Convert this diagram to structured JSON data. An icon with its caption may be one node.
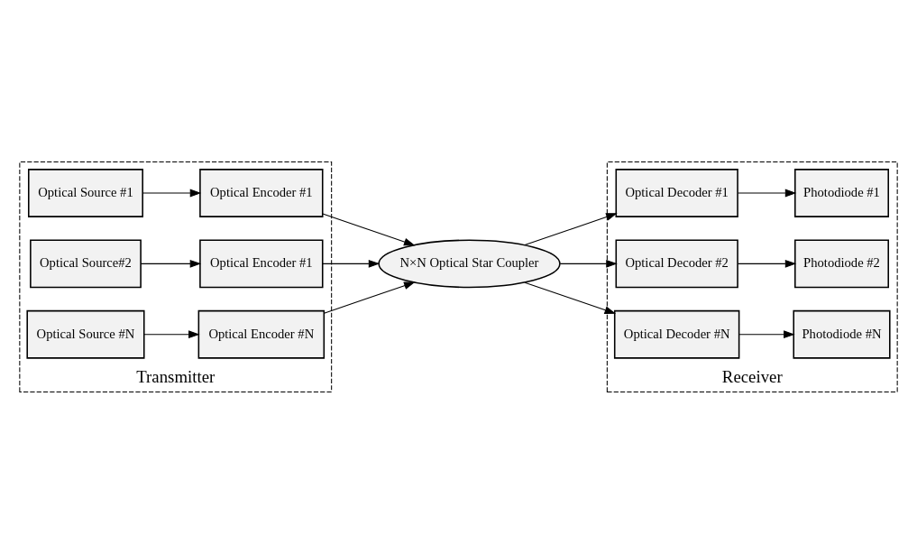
{
  "diagram": {
    "nodes": [
      {
        "text": [
          "Transmitter"
        ]
      },
      {
        "text": [
          "Optical Source #1"
        ],
        "in": 0
      },
      {
        "text": [
          "Optical Encoder #1"
        ],
        "in": 0
      },
      {
        "text": [
          "Optical Source#2"
        ],
        "in": 0
      },
      {
        "text": [
          "Optical Encoder #1"
        ],
        "in": 0
      },
      {
        "text": [
          "Optical Source #N"
        ],
        "in": 0
      },
      {
        "text": [
          "Optical Encoder #N"
        ],
        "in": 0
      },
      {
        "text": [
          "N×N Optical Star Coupler"
        ]
      },
      {
        "text": [
          "Receiver"
        ]
      },
      {
        "text": [
          "Optical Decoder #1"
        ],
        "in": 8
      },
      {
        "text": [
          "Photodiode #1"
        ],
        "in": 8
      },
      {
        "text": [
          "Optical Decoder #2"
        ],
        "in": 8
      },
      {
        "text": [
          "Photodiode #2"
        ],
        "in": 8
      },
      {
        "text": [
          "Optical Decoder #N"
        ],
        "in": 8
      },
      {
        "text": [
          "Photodiode #N"
        ],
        "in": 8
      }
    ],
    "edges": [
      {
        "from": 1,
        "to": 2,
        "arrow": "to"
      },
      {
        "from": 3,
        "to": 4,
        "arrow": "to"
      },
      {
        "from": 5,
        "to": 6,
        "arrow": "to"
      },
      {
        "from": 2,
        "to": 7,
        "arrow": "to"
      },
      {
        "from": 4,
        "to": 7,
        "arrow": "to"
      },
      {
        "from": 6,
        "to": 7,
        "arrow": "to"
      },
      {
        "from": 7,
        "to": 9,
        "arrow": "to"
      },
      {
        "from": 7,
        "to": 11,
        "arrow": "to"
      },
      {
        "from": 7,
        "to": 13,
        "arrow": "to"
      },
      {
        "from": 9,
        "to": 10,
        "arrow": "to"
      },
      {
        "from": 11,
        "to": 12,
        "arrow": "to"
      },
      {
        "from": 13,
        "to": 14,
        "arrow": "to"
      }
    ]
  }
}
